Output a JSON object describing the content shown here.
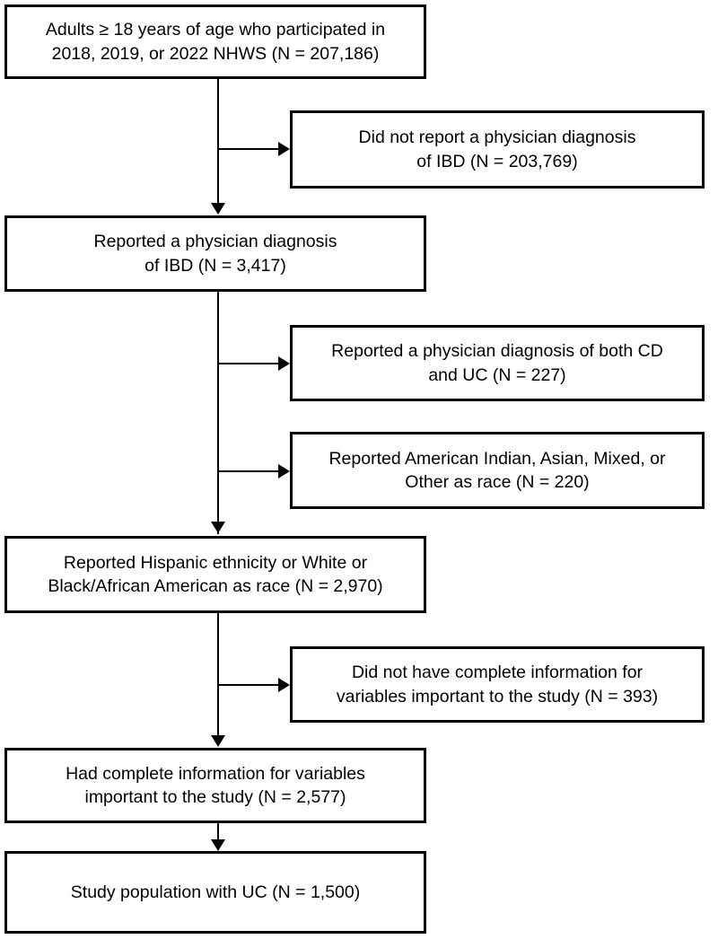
{
  "figure": {
    "type": "flowchart",
    "orientation": "top-to-bottom",
    "background_color": "#ffffff",
    "line_color": "#000000",
    "box_border_color": "#000000"
  },
  "nodes": {
    "n1": {
      "line1": "Adults ≥ 18 years of age who participated in",
      "line2": "2018, 2019, or 2022 NHWS (N = 207,186)",
      "column": "main",
      "n": "207,186"
    },
    "n2": {
      "line1": "Did not report a physician diagnosis",
      "line2": "of IBD (N = 203,769)",
      "column": "exclusion",
      "n": "203,769"
    },
    "n3": {
      "line1": "Reported a physician diagnosis",
      "line2": "of IBD (N = 3,417)",
      "column": "main",
      "n": "3,417"
    },
    "n4": {
      "line1": "Reported a physician diagnosis of both CD",
      "line2": "and UC (N = 227)",
      "column": "exclusion",
      "n": "227"
    },
    "n5": {
      "line1": "Reported American Indian, Asian, Mixed, or",
      "line2": "Other as race (N = 220)",
      "column": "exclusion",
      "n": "220"
    },
    "n6": {
      "line1": "Reported Hispanic ethnicity or White or",
      "line2": "Black/African American as race (N = 2,970)",
      "column": "main",
      "n": "2,970"
    },
    "n7": {
      "line1": "Did not have complete information for",
      "line2": "variables important to the study (N = 393)",
      "column": "exclusion",
      "n": "393"
    },
    "n8": {
      "line1": "Had complete information for variables",
      "line2": "important to the study (N = 2,577)",
      "column": "main",
      "n": "2,577"
    },
    "n9": {
      "line1": "Study population with UC (N = 1,500)",
      "line2": "",
      "column": "main",
      "n": "1,500"
    }
  },
  "connectors": [
    {
      "from": "n1",
      "to": "n2",
      "kind": "branch-right"
    },
    {
      "from": "n1",
      "to": "n3",
      "kind": "down"
    },
    {
      "from": "n3",
      "to": "n4",
      "kind": "branch-right"
    },
    {
      "from": "n3",
      "to": "n5",
      "kind": "branch-right"
    },
    {
      "from": "n3",
      "to": "n6",
      "kind": "down"
    },
    {
      "from": "n6",
      "to": "n7",
      "kind": "branch-right"
    },
    {
      "from": "n6",
      "to": "n8",
      "kind": "down"
    },
    {
      "from": "n8",
      "to": "n9",
      "kind": "down"
    }
  ]
}
